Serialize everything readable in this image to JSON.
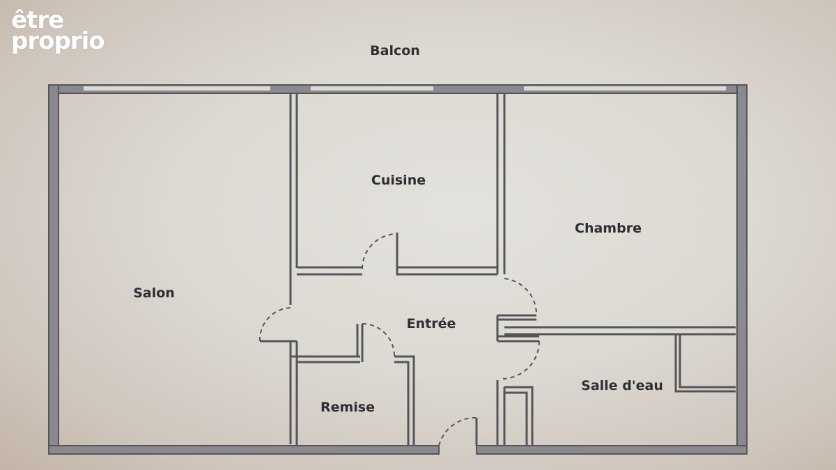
{
  "brand": {
    "line1": "être",
    "line2": "proprio"
  },
  "plan": {
    "balcony": "Balcon",
    "rooms": {
      "cuisine": "Cuisine",
      "chambre": "Chambre",
      "salon": "Salon",
      "entree": "Entrée",
      "remise": "Remise",
      "salle_eau": "Salle d'eau"
    }
  },
  "colors": {
    "wall": "#555559",
    "wall_fill": "#8a8a8e",
    "label": "#2e2e33",
    "logo": "#ffffff"
  }
}
